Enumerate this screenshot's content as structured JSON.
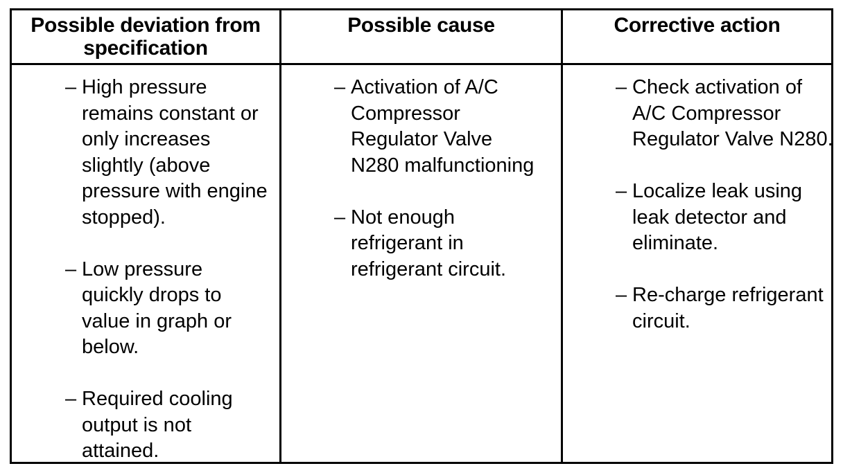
{
  "table": {
    "headers": [
      "Possible deviation from specification",
      "Possible cause",
      "Corrective action"
    ],
    "columns": [
      {
        "items": [
          "High pressure remains constant or only increases slightly (above pressure with engine stopped).",
          "Low pressure quickly drops to value in graph or below.",
          "Required cooling output is not attained."
        ]
      },
      {
        "items": [
          "Activation of A/C Compressor Regulator Valve N280 malfunctioning",
          "Not enough refrigerant in refrigerant circuit."
        ]
      },
      {
        "items": [
          "Check activation of A/C Compressor Regulator Valve N280.",
          "Localize leak using leak detector and eliminate.",
          "Re-charge refrigerant circuit."
        ]
      }
    ],
    "bullet_symbol": "–"
  }
}
